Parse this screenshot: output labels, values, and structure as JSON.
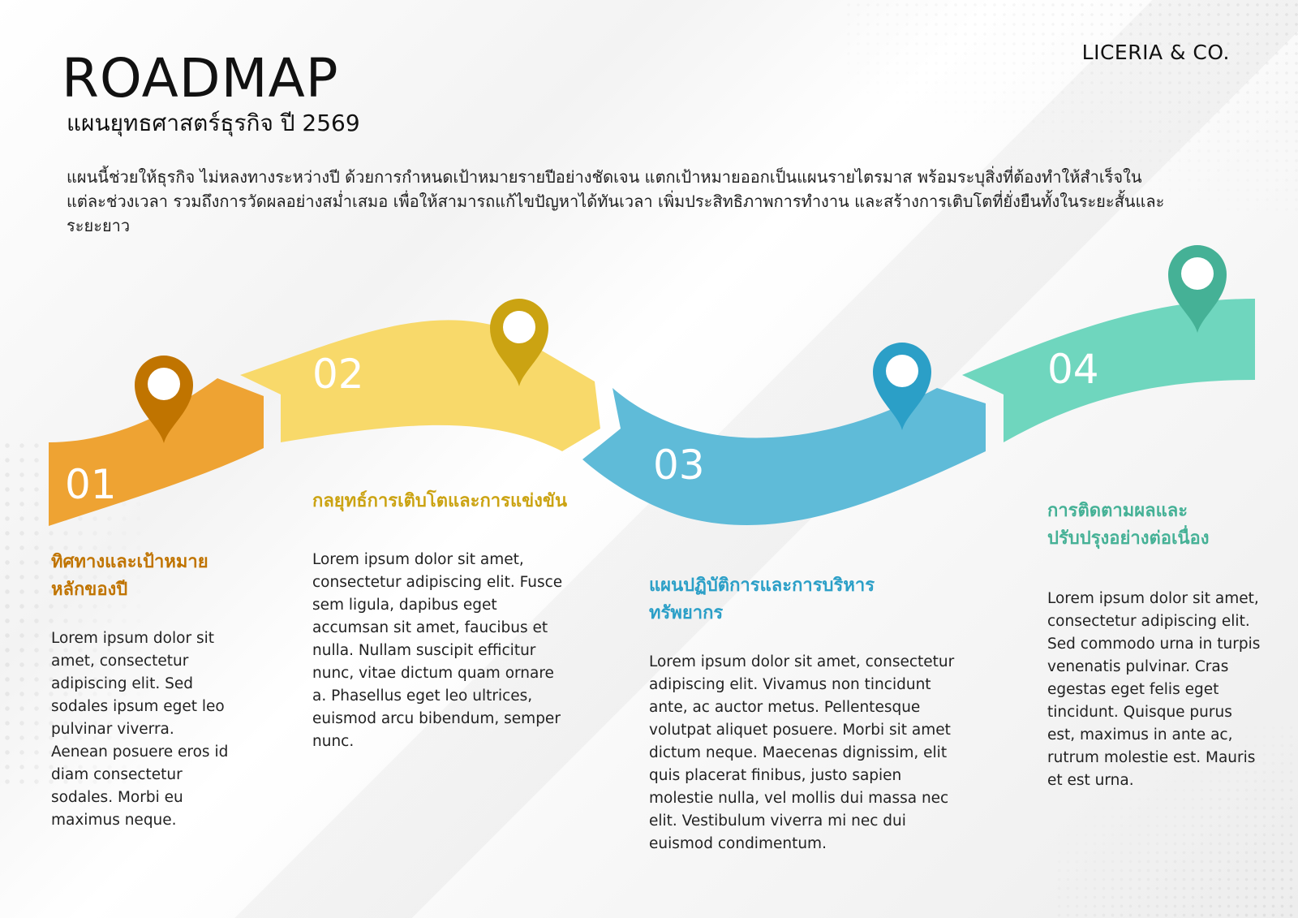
{
  "brand": "LICERIA & CO.",
  "title": "ROADMAP",
  "subtitle": "แผนยุทธศาสตร์ธุรกิจ ปี 2569",
  "intro": "แผนนี้ช่วยให้ธุรกิจ ไม่หลงทางระหว่างปี ด้วยการกำหนดเป้าหมายรายปีอย่างชัดเจน แตกเป้าหมายออกเป็นแผนรายไตรมาส พร้อมระบุสิ่งที่ต้องทำให้สำเร็จในแต่ละช่วงเวลา รวมถึงการวัดผลอย่างสม่ำเสมอ เพื่อให้สามารถแก้ไขปัญหาได้ทันเวลา เพิ่มประสิทธิภาพการทำงาน และสร้างการเติบโตที่ยั่งยืนทั้งในระยะสั้นและระยะยาว",
  "colors": {
    "step1": "#eea333",
    "step1_pin": "#c07400",
    "step2": "#f8d96a",
    "step2_pin": "#cba312",
    "step3": "#5fbbd8",
    "step3_pin": "#2b9fc7",
    "step4": "#6fd6be",
    "step4_pin": "#45b196"
  },
  "steps": [
    {
      "number": "01",
      "heading": "ทิศทางและเป้าหมายหลักของปี",
      "body": "Lorem ipsum dolor sit amet, consectetur adipiscing elit. Sed sodales ipsum eget leo pulvinar viverra. Aenean posuere eros id diam consectetur sodales. Morbi eu maximus neque."
    },
    {
      "number": "02",
      "heading": "กลยุทธ์การเติบโตและการแข่งขัน",
      "body": "Lorem ipsum dolor sit amet, consectetur adipiscing elit. Fusce sem ligula, dapibus eget accumsan sit amet, faucibus et nulla. Nullam suscipit efficitur nunc, vitae dictum quam ornare a. Phasellus eget leo ultrices, euismod arcu bibendum, semper nunc."
    },
    {
      "number": "03",
      "heading": "แผนปฏิบัติการและการบริหารทรัพยากร",
      "body": "Lorem ipsum dolor sit amet, consectetur adipiscing elit. Vivamus non tincidunt ante, ac auctor metus. Pellentesque volutpat aliquet posuere. Morbi sit amet dictum neque. Maecenas dignissim, elit quis placerat finibus, justo sapien molestie nulla, vel mollis dui massa nec elit. Vestibulum viverra mi nec dui euismod condimentum."
    },
    {
      "number": "04",
      "heading": "การติดตามผลและปรับปรุงอย่างต่อเนื่อง",
      "body": "Lorem ipsum dolor sit amet, consectetur adipiscing elit. Sed commodo urna in turpis venenatis pulvinar. Cras egestas eget felis eget tincidunt. Quisque purus est, maximus in ante ac, rutrum molestie est. Mauris et est urna."
    }
  ]
}
